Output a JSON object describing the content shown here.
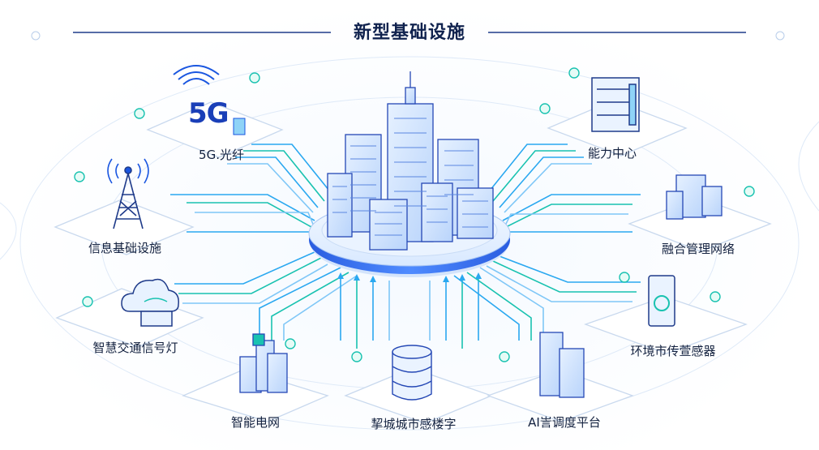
{
  "title": "新型基础设施",
  "nodes": [
    {
      "key": "fiber",
      "label": "5G.光纤",
      "badge": "5G",
      "icon": "5g-fiber-icon"
    },
    {
      "key": "info",
      "label": "信息基础设施",
      "icon": "signal-tower-icon"
    },
    {
      "key": "traffic",
      "label": "智慧交通信号灯",
      "icon": "cloud-router-icon"
    },
    {
      "key": "grid",
      "label": "智能电网",
      "icon": "power-grid-icon"
    },
    {
      "key": "city",
      "label": "挈城城市感楼字",
      "icon": "database-icon"
    },
    {
      "key": "ai",
      "label": "AI訔调度平台",
      "icon": "ai-building-icon"
    },
    {
      "key": "sensor",
      "label": "环境市传萱感器",
      "icon": "sensor-device-icon"
    },
    {
      "key": "network",
      "label": "融合管理网络",
      "icon": "office-building-icon"
    },
    {
      "key": "center",
      "label": "能力中心",
      "icon": "server-icon"
    }
  ],
  "colors": {
    "accent": "#1a56e0",
    "line": "#29b6f6",
    "teal": "#19c2b0",
    "dark": "#10224e"
  }
}
